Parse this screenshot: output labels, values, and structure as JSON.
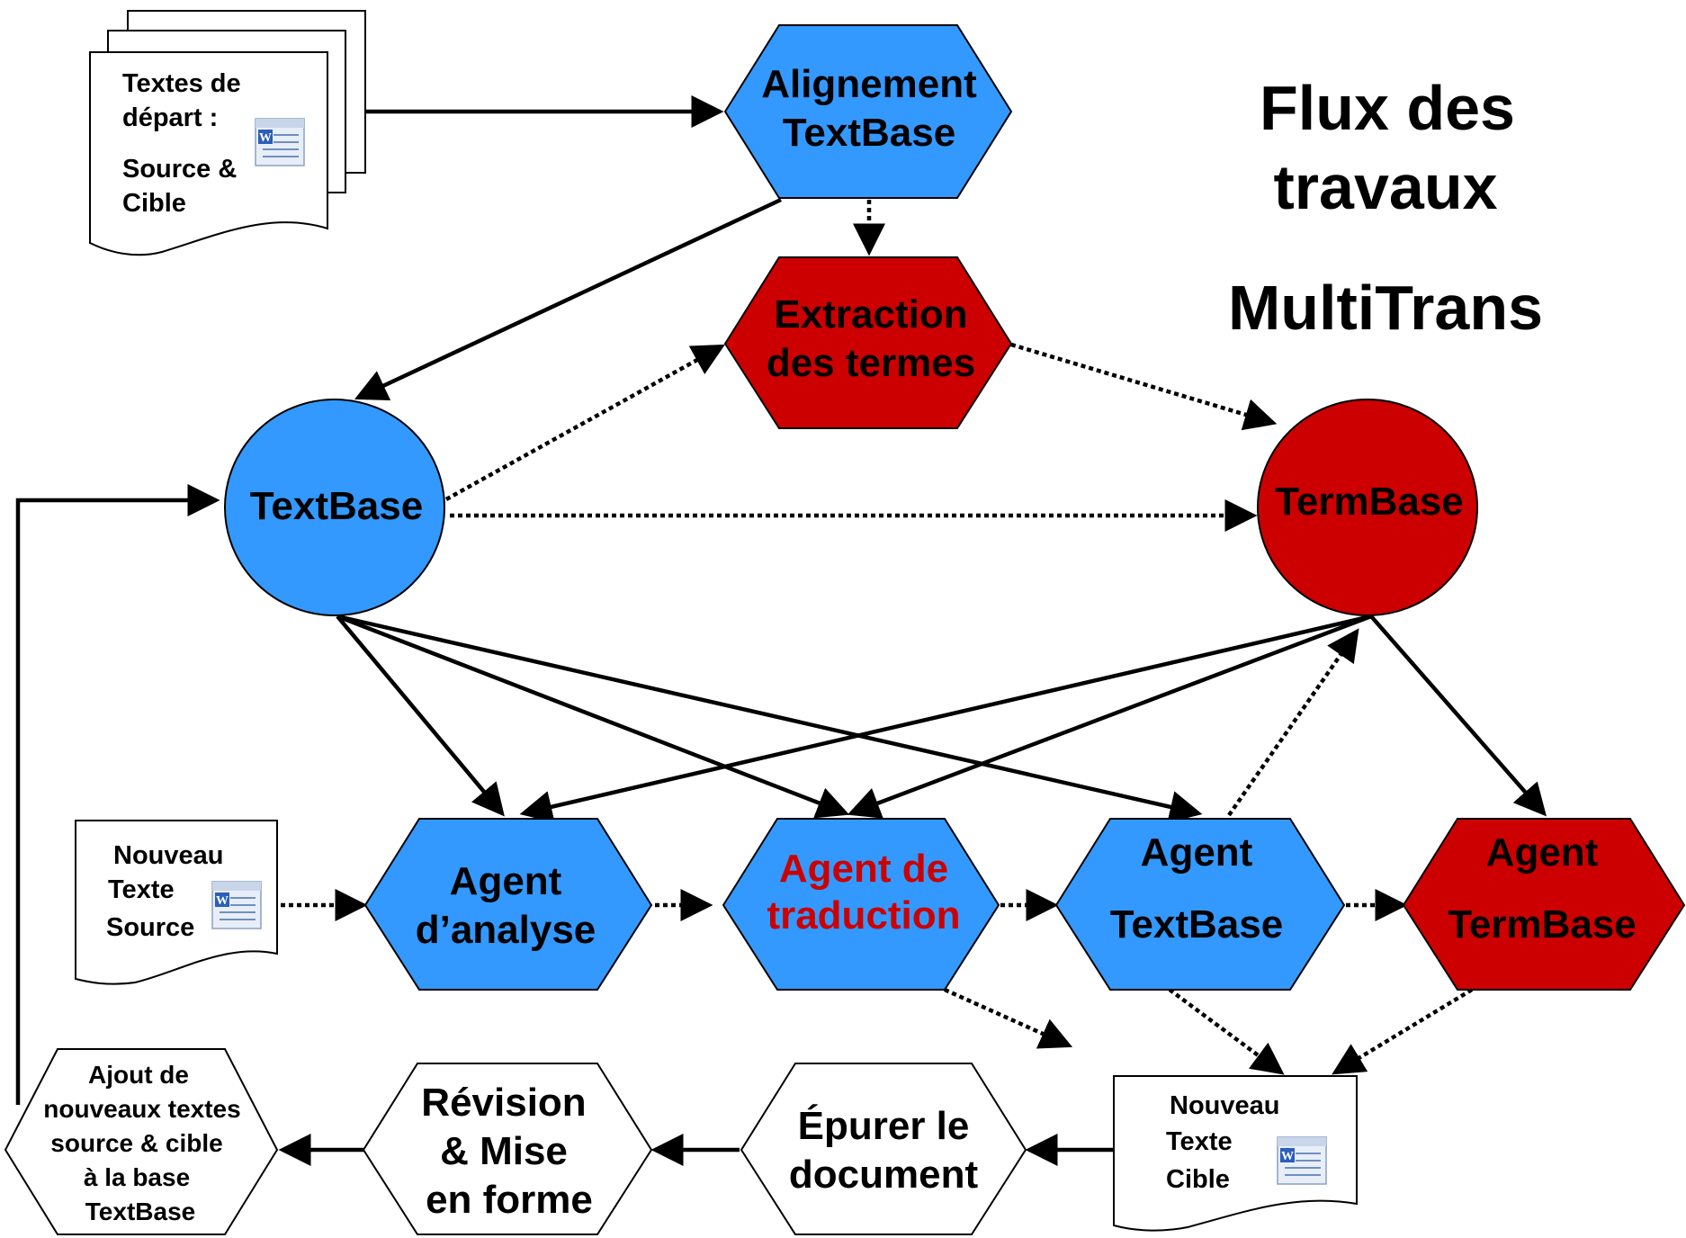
{
  "title": {
    "line1": "Flux des",
    "line2": "travaux",
    "line3": "MultiTrans"
  },
  "colors": {
    "blue": "#3399ff",
    "red": "#cc0000",
    "white": "#ffffff",
    "black": "#000000"
  },
  "nodes": {
    "alignement": {
      "line1": "Alignement",
      "line2": "TextBase"
    },
    "extraction": {
      "line1": "Extraction",
      "line2": "des termes"
    },
    "textbase": {
      "label": "TextBase"
    },
    "termbase": {
      "label": "TermBase"
    },
    "agent_analyse": {
      "line1": "Agent",
      "line2": "d’analyse"
    },
    "agent_traduction": {
      "line1": "Agent de",
      "line2": "traduction"
    },
    "agent_textbase": {
      "line1": "Agent",
      "line2": "TextBase"
    },
    "agent_termbase": {
      "line1": "Agent",
      "line2": "TermBase"
    },
    "epurer": {
      "line1": "Épurer le",
      "line2": "document"
    },
    "revision": {
      "line1": "Révision",
      "line2": "& Mise",
      "line3": "en forme"
    },
    "ajout": {
      "line1": "Ajout de",
      "line2": "nouveaux textes",
      "line3": "source & cible",
      "line4": "à la base",
      "line5": "TextBase"
    }
  },
  "documents": {
    "textes_depart": {
      "line1": "Textes de",
      "line2": "départ :",
      "line3": "Source &",
      "line4": "Cible",
      "icon": "word-document-icon"
    },
    "nouveau_source": {
      "line1": "Nouveau",
      "line2": "Texte",
      "line3": "Source",
      "icon": "word-document-icon"
    },
    "nouveau_cible": {
      "line1": "Nouveau",
      "line2": "Texte",
      "line3": "Cible",
      "icon": "word-document-icon"
    }
  }
}
